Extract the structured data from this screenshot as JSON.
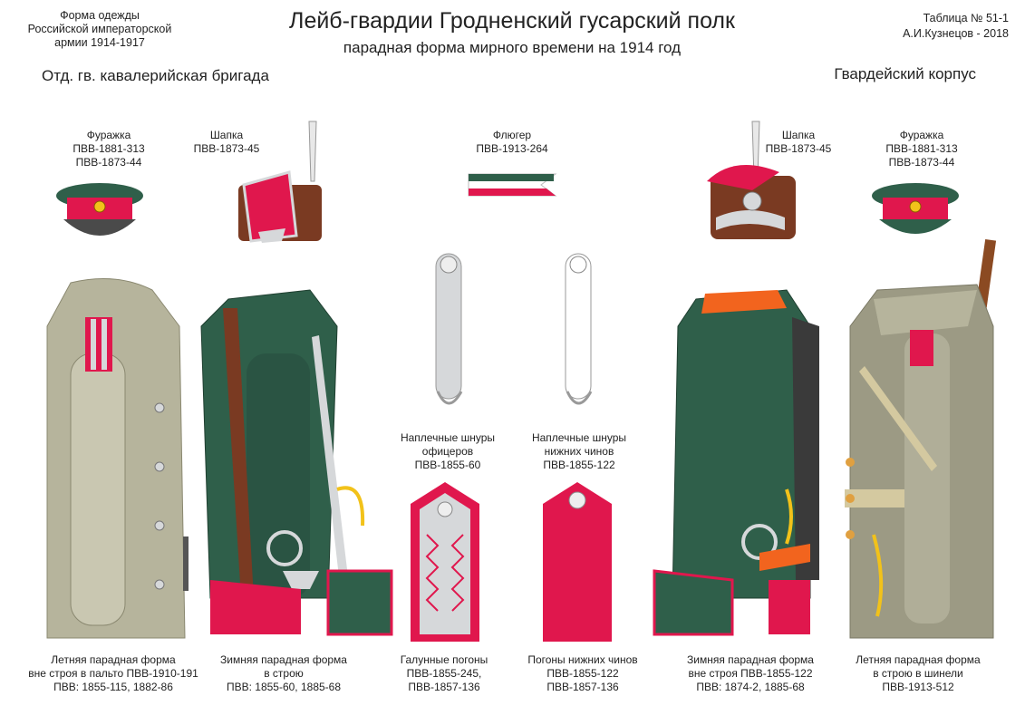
{
  "header": {
    "left_lines": [
      "Форма одежды",
      "Российской императорской",
      "армии  1914-1917"
    ],
    "title": "Лейб-гвардии Гродненский гусарский полк",
    "subtitle": "парадная форма мирного времени на 1914 год",
    "right_lines": [
      "Таблица № 51-1",
      "А.И.Кузнецов - 2018"
    ],
    "brigade": "Отд. гв. кавалерийская бригада",
    "corps": "Гвардейский корпус"
  },
  "top_labels": [
    {
      "lines": [
        "Фуражка",
        "ПВВ-1881-313",
        "ПВВ-1873-44"
      ]
    },
    {
      "lines": [
        "Шапка",
        "ПВВ-1873-45"
      ]
    },
    {
      "lines": [
        "Флюгер",
        "ПВВ-1913-264"
      ]
    },
    {
      "lines": [
        "Шапка",
        "ПВВ-1873-45"
      ]
    },
    {
      "lines": [
        "Фуражка",
        "ПВВ-1881-313",
        "ПВВ-1873-44"
      ]
    }
  ],
  "mid_labels": [
    {
      "lines": [
        "Наплечные шнуры",
        "офицеров",
        "ПВВ-1855-60"
      ]
    },
    {
      "lines": [
        "Наплечные шнуры",
        "нижних чинов",
        "ПВВ-1855-122"
      ]
    }
  ],
  "bottom_captions": [
    {
      "lines": [
        "Летняя парадная форма",
        "вне строя в пальто ПВВ-1910-191",
        "ПВВ: 1855-115, 1882-86"
      ]
    },
    {
      "lines": [
        "Зимняя парадная форма",
        "в строю",
        "ПВВ: 1855-60, 1885-68"
      ]
    },
    {
      "lines": [
        "Галунные погоны",
        "ПВВ-1855-245,",
        "ПВВ-1857-136"
      ]
    },
    {
      "lines": [
        "Погоны нижних чинов",
        "ПВВ-1855-122",
        "ПВВ-1857-136"
      ]
    },
    {
      "lines": [
        "Зимняя парадная форма",
        "вне строя ПВВ-1855-122",
        "ПВВ: 1874-2, 1885-68"
      ]
    },
    {
      "lines": [
        "Летняя парадная форма",
        "в строю в шинели",
        "ПВВ-1913-512"
      ]
    }
  ],
  "colors": {
    "green": "#2f5f4a",
    "crimson": "#e0174d",
    "khaki": "#b6b49c",
    "silver": "#d6d8da",
    "fur": "#7a3a22",
    "gold": "#f2c21a"
  }
}
